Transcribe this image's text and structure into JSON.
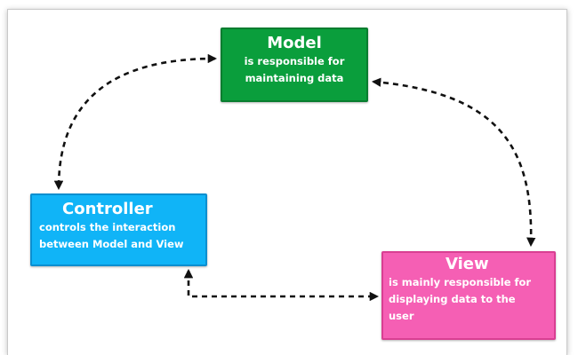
{
  "diagram": {
    "model": {
      "title": "Model",
      "description_lines": [
        "is responsible for",
        "maintaining data"
      ]
    },
    "controller": {
      "title": "Controller",
      "description_lines": [
        "controls the interaction",
        "between Model and View"
      ]
    },
    "view": {
      "title": "View",
      "description_lines": [
        "is mainly responsible for",
        "displaying data to the",
        "user"
      ]
    },
    "connectors": [
      {
        "from": "model",
        "to": "controller",
        "style": "dashed",
        "arrows": "both"
      },
      {
        "from": "model",
        "to": "view",
        "style": "dashed",
        "arrows": "both"
      },
      {
        "from": "controller",
        "to": "view",
        "style": "dashed",
        "arrows": "both"
      }
    ],
    "colors": {
      "model": "#0a9e3c",
      "controller": "#10b4f7",
      "view": "#f55fb4",
      "connector": "#111111"
    }
  }
}
